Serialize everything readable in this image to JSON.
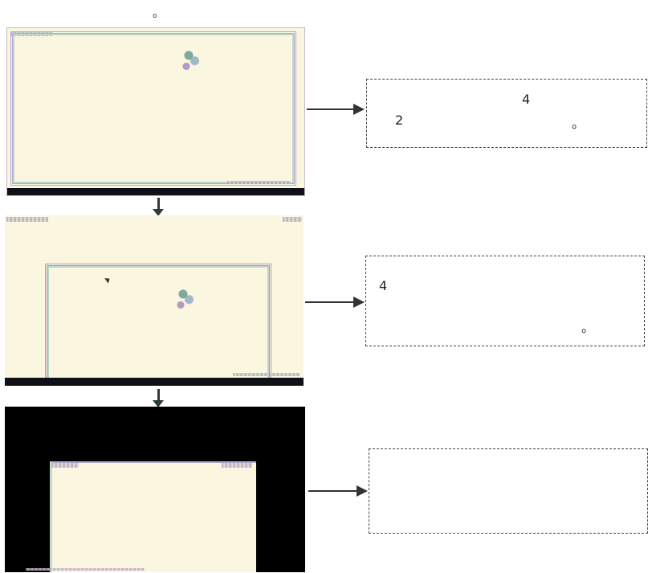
{
  "header": {
    "dot": "。"
  },
  "step1": {
    "note_a": "4",
    "note_b": "2",
    "note_end": "。"
  },
  "step2": {
    "note_a": "4",
    "note_end": "。"
  },
  "colors": {
    "desk": "#fbf6e0",
    "taskbar": "#101018",
    "frame": "#b9a3d6",
    "arrow": "#333333"
  },
  "icons": [
    "down-arrow",
    "right-arrow",
    "mouse-cursor-icon",
    "desktop-icon-cluster"
  ]
}
